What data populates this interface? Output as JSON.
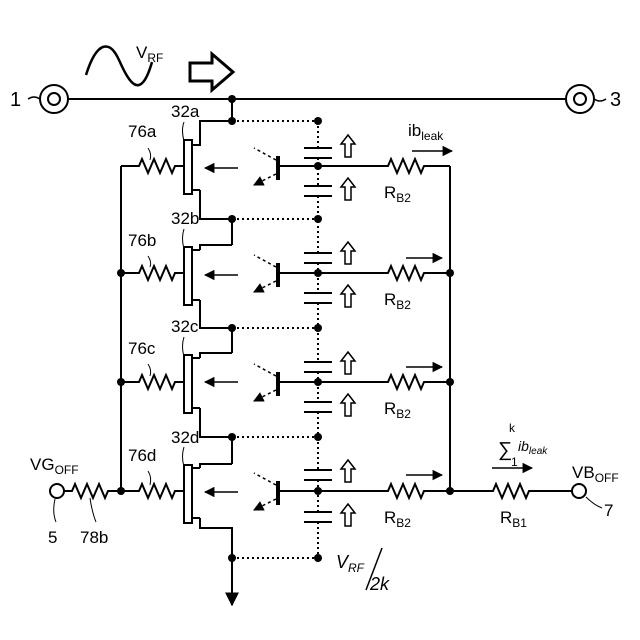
{
  "labels": {
    "vrf_main": "V",
    "vrf_main_sub": "RF",
    "port1": "1",
    "port3": "3",
    "port5": "5",
    "port7": "7",
    "fet": [
      "32a",
      "32b",
      "32c",
      "32d"
    ],
    "res": [
      "76a",
      "76b",
      "76c",
      "76d"
    ],
    "res_78b": "78b",
    "rb2_main": "R",
    "rb2_sub": "B2",
    "rb1_main": "R",
    "rb1_sub": "B1",
    "ib_main": "ib",
    "ib_sub": "leak",
    "vg_main": "VG",
    "vg_sub": "OFF",
    "vb_main": "VB",
    "vb_sub": "OFF",
    "sum_symbol": "∑",
    "sum_upper": "k",
    "sum_lower": "1",
    "sum_term": "ib",
    "sum_term_sub": "leak",
    "vrf_frac_num": "V",
    "vrf_frac_num_sub": "RF",
    "vrf_frac_den": "2k"
  }
}
